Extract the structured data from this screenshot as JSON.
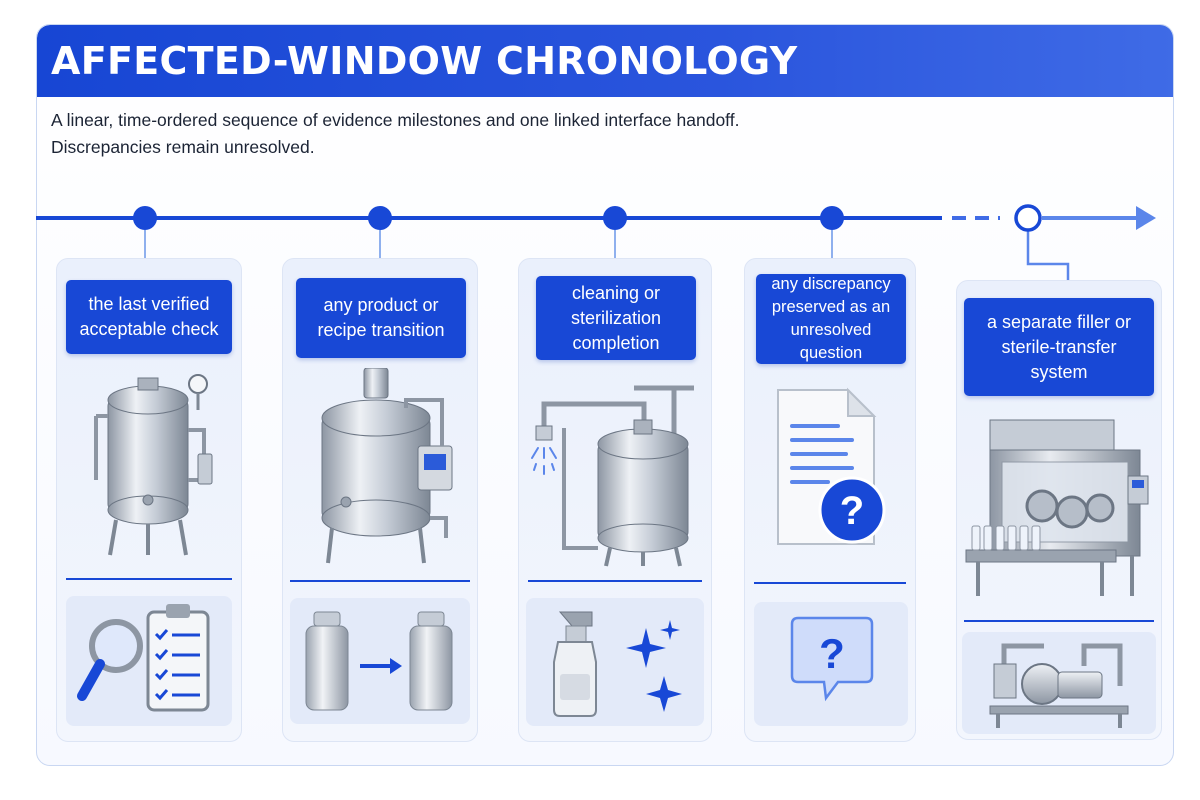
{
  "header": {
    "title": "AFFECTED-WINDOW CHRONOLOGY",
    "subtitle_line1": "A linear, time-ordered sequence of evidence milestones and one linked interface handoff.",
    "subtitle_line2": "Discrepancies remain unresolved."
  },
  "milestones": [
    {
      "label": "the last verified acceptable check",
      "illustration": "tank-vessel-icon",
      "sub_icon": "magnifier-checklist-icon"
    },
    {
      "label": "any product or recipe transition",
      "illustration": "mixing-tank-icon",
      "sub_icon": "bottle-transition-icon"
    },
    {
      "label": "cleaning or sterilization completion",
      "illustration": "cip-tank-icon",
      "sub_icon": "spray-sparkle-icon"
    },
    {
      "label": "any discrepancy preserved as an unresolved question",
      "illustration": "document-question-icon",
      "sub_icon": "speech-question-icon"
    }
  ],
  "handoff": {
    "label": "a separate filler or sterile-transfer system",
    "illustration": "filling-line-icon",
    "sub_icon": "pump-skid-icon"
  },
  "colors": {
    "accent": "#1848d6",
    "accent_light": "#5b86ea",
    "card_bg": "#eaf0fc"
  }
}
